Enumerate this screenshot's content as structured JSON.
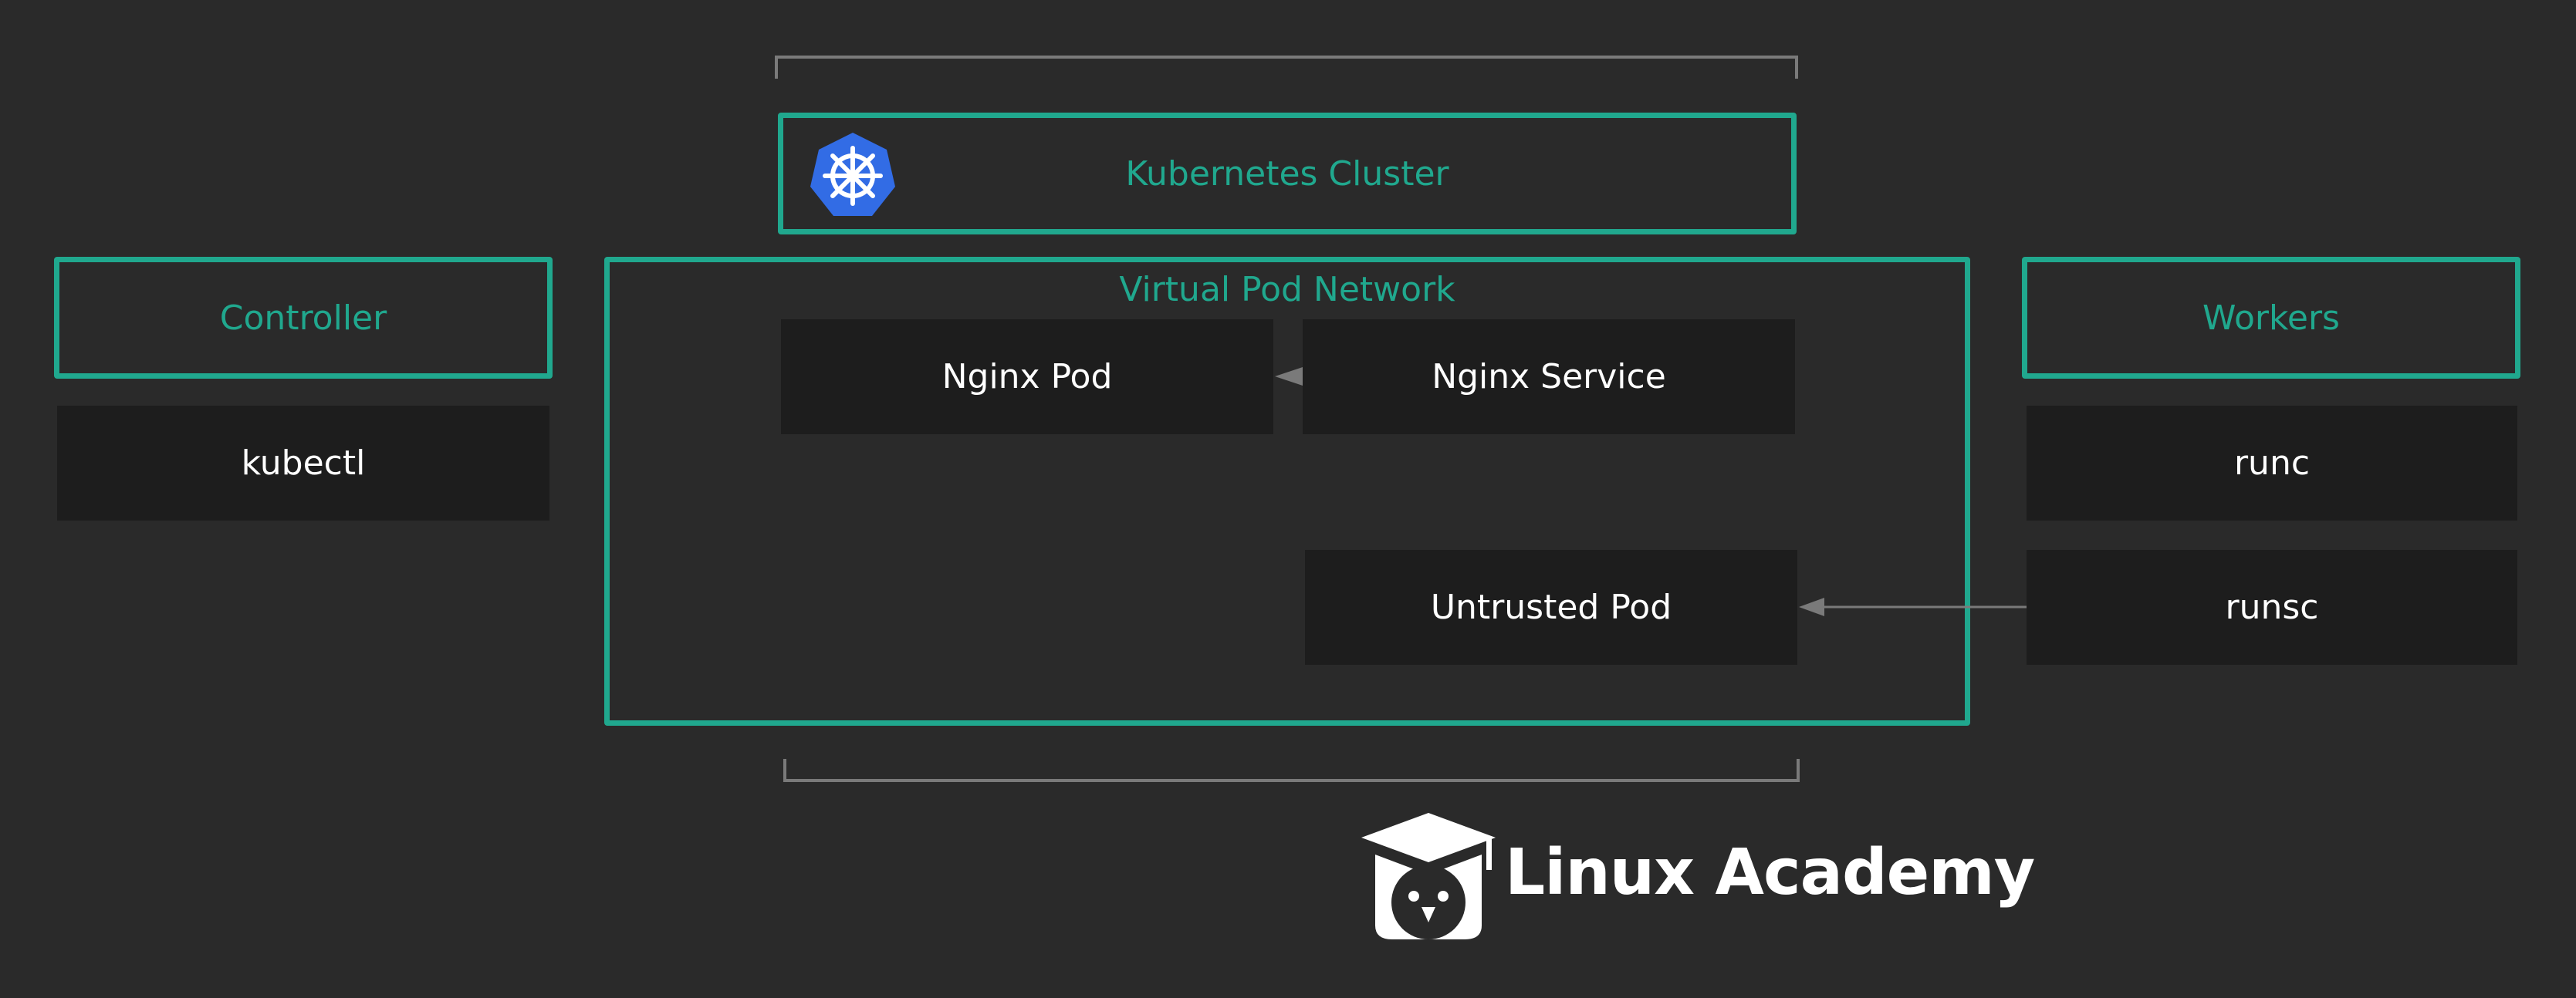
{
  "cluster": {
    "label": "Kubernetes Cluster",
    "icon": "kubernetes-helm-icon"
  },
  "network": {
    "label": "Virtual Pod Network",
    "nodes": {
      "nginx_pod": "Nginx Pod",
      "nginx_service": "Nginx Service",
      "untrusted_pod": "Untrusted Pod"
    }
  },
  "controller": {
    "label": "Controller",
    "items": [
      "kubectl"
    ]
  },
  "workers": {
    "label": "Workers",
    "items": [
      "runc",
      "runsc"
    ]
  },
  "branding": {
    "name": "Linux Academy",
    "icon": "owl-graduation-cap-icon"
  },
  "colors": {
    "background": "#2a2a2a",
    "accent": "#20a88e",
    "node": "#1d1d1d",
    "connector": "#7a7a7a",
    "k8s_blue": "#326ce5"
  }
}
